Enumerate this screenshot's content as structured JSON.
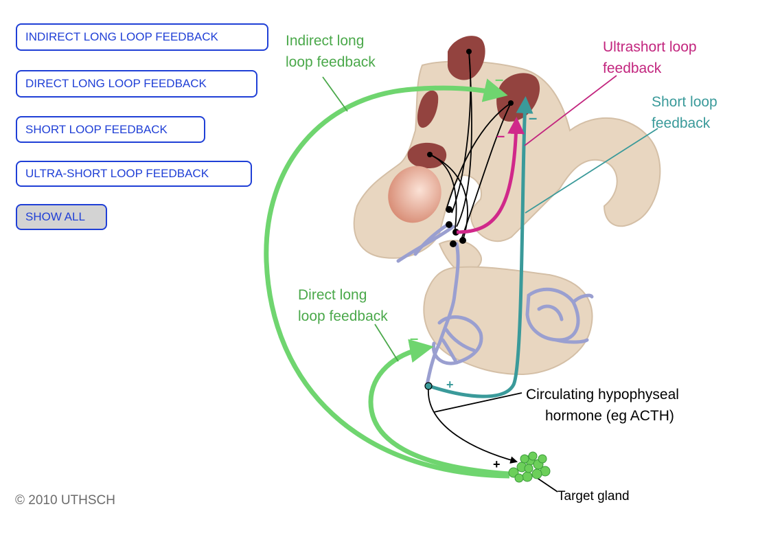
{
  "buttons": {
    "indirect": "INDIRECT LONG LOOP FEEDBACK",
    "direct": "DIRECT LONG LOOP FEEDBACK",
    "short": "SHORT LOOP FEEDBACK",
    "ultra": "ULTRA-SHORT LOOP FEEDBACK",
    "show_all": "SHOW ALL"
  },
  "labels": {
    "indirect_long_1": "Indirect long",
    "indirect_long_2": "loop feedback",
    "ultrashort_1": "Ultrashort loop",
    "ultrashort_2": "feedback",
    "short_1": "Short loop",
    "short_2": "feedback",
    "direct_long_1": "Direct long",
    "direct_long_2": "loop feedback",
    "circulating_1": "Circulating hypophyseal",
    "circulating_2": "hormone (eg ACTH)",
    "target_gland": "Target gland"
  },
  "signs": {
    "minus": "–",
    "plus": "+"
  },
  "copyright": "© 2010 UTHSCH",
  "colors": {
    "button_border": "#1f3fd6",
    "indirect_long": "#6fd56f",
    "direct_long": "#6fd56f",
    "short_loop": "#3a9a9a",
    "ultrashort_loop": "#d0288a",
    "label_green": "#4aa84a",
    "label_magenta": "#c2257e",
    "label_teal": "#3a9a9a",
    "brain_tissue": "#e8d6c0",
    "nucleus": "#93433f",
    "vessels": "#9a9fd0",
    "target_gland": "#6ccf5a"
  }
}
